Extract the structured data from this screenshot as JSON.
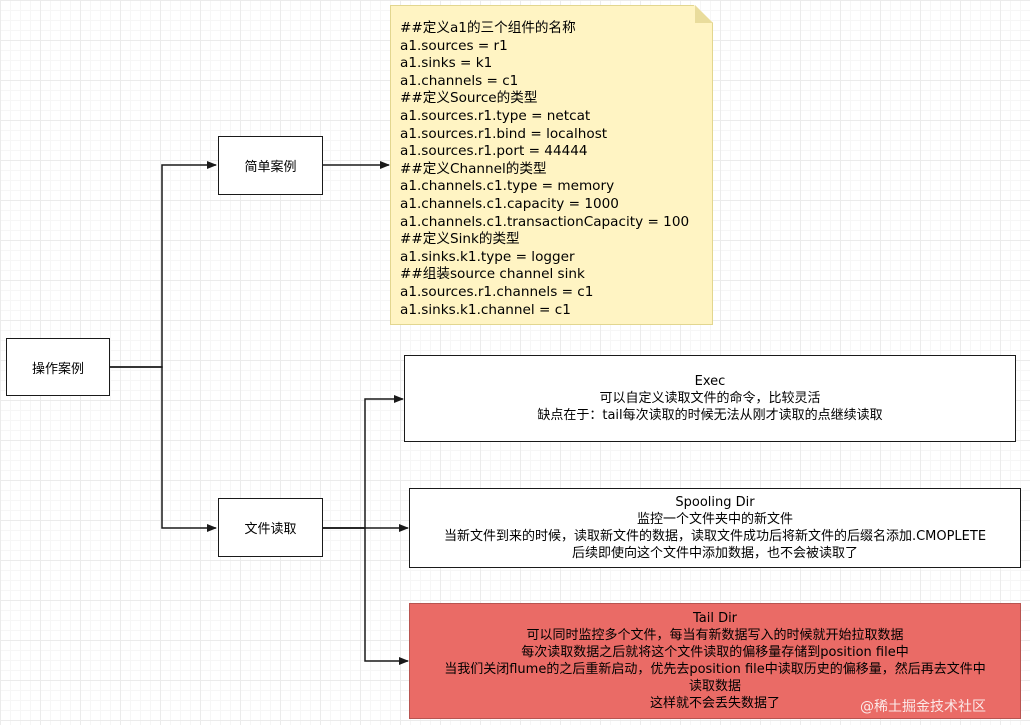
{
  "nodes": {
    "root": "操作案例",
    "simple_case": "简单案例",
    "file_read": "文件读取"
  },
  "config_note": {
    "lines": [
      "##定义a1的三个组件的名称",
      "a1.sources = r1",
      "a1.sinks = k1",
      "a1.channels = c1",
      "##定义Source的类型",
      "a1.sources.r1.type = netcat",
      "a1.sources.r1.bind = localhost",
      "a1.sources.r1.port = 44444",
      "##定义Channel的类型",
      "a1.channels.c1.type = memory",
      "a1.channels.c1.capacity = 1000",
      "a1.channels.c1.transactionCapacity = 100",
      "##定义Sink的类型",
      "a1.sinks.k1.type = logger",
      "##组装source channel sink",
      "a1.sources.r1.channels = c1",
      "a1.sinks.k1.channel = c1"
    ]
  },
  "exec": {
    "title": "Exec",
    "lines": [
      "可以自定义读取文件的命令，比较灵活",
      "缺点在于：tail每次读取的时候无法从刚才读取的点继续读取"
    ]
  },
  "spooling": {
    "title": "Spooling Dir",
    "lines": [
      "监控一个文件夹中的新文件",
      "当新文件到来的时候，读取新文件的数据，读取文件成功后将新文件的后缀名添加.CMOPLETE",
      "后续即使向这个文件中添加数据，也不会被读取了"
    ]
  },
  "taildir": {
    "title": "Tail Dir",
    "lines": [
      "可以同时监控多个文件，每当有新数据写入的时候就开始拉取数据",
      "每次读取数据之后就将这个文件读取的偏移量存储到position file中",
      "当我们关闭flume的之后重新启动，优先去position file中读取历史的偏移量，然后再去文件中",
      "读取数据",
      "这样就不会丢失数据了"
    ]
  },
  "watermark": "@稀土掘金技术社区",
  "colors": {
    "note_fill": "#fff4c3",
    "red_fill": "#ea6b66",
    "line": "#1a1a1a"
  }
}
